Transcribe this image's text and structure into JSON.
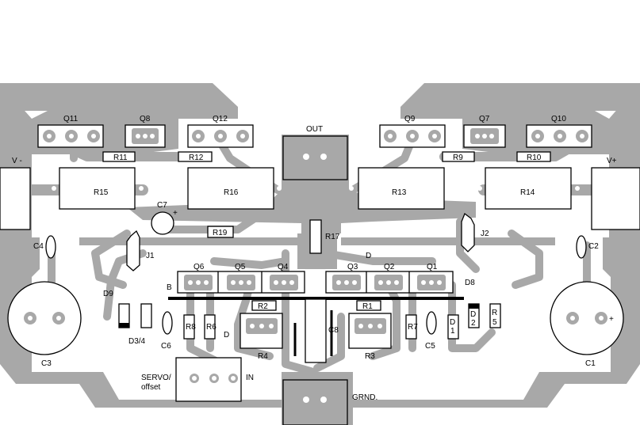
{
  "labels": {
    "vminus": "V -",
    "vplus": "V+",
    "out": "OUT",
    "grnd": "GRND.",
    "in": "IN",
    "servo": "SERVO/",
    "offset": "offset",
    "b": "B",
    "d_q3": "D",
    "d_r6": "D",
    "d34": "D3/4",
    "d8": "D8",
    "d9": "D9",
    "j1": "J1",
    "j2": "J2"
  },
  "transistors": {
    "q11": "Q11",
    "q8": "Q8",
    "q12": "Q12",
    "q9": "Q9",
    "q7": "Q7",
    "q10": "Q10",
    "q6": "Q6",
    "q5": "Q5",
    "q4": "Q4",
    "q3": "Q3",
    "q2": "Q2",
    "q1": "Q1"
  },
  "resistors": {
    "r1": "R1",
    "r2": "R2",
    "r3": "R3",
    "r4": "R4",
    "r5": "R\n5",
    "r6": "R6",
    "r7": "R7",
    "r8": "R8",
    "r9": "R9",
    "r10": "R10",
    "r11": "R11",
    "r12": "R12",
    "r13": "R13",
    "r14": "R14",
    "r15": "R15",
    "r16": "R16",
    "r17": "R17",
    "r19": "R19"
  },
  "capacitors": {
    "c1": "C1",
    "c2": "C2",
    "c3": "C3",
    "c4": "C4",
    "c5": "C5",
    "c6": "C6",
    "c7": "C7",
    "c8": "C8"
  },
  "diodes": {
    "d1": "D\n1",
    "d2": "D\n2"
  },
  "polarity": {
    "plus": "+"
  }
}
